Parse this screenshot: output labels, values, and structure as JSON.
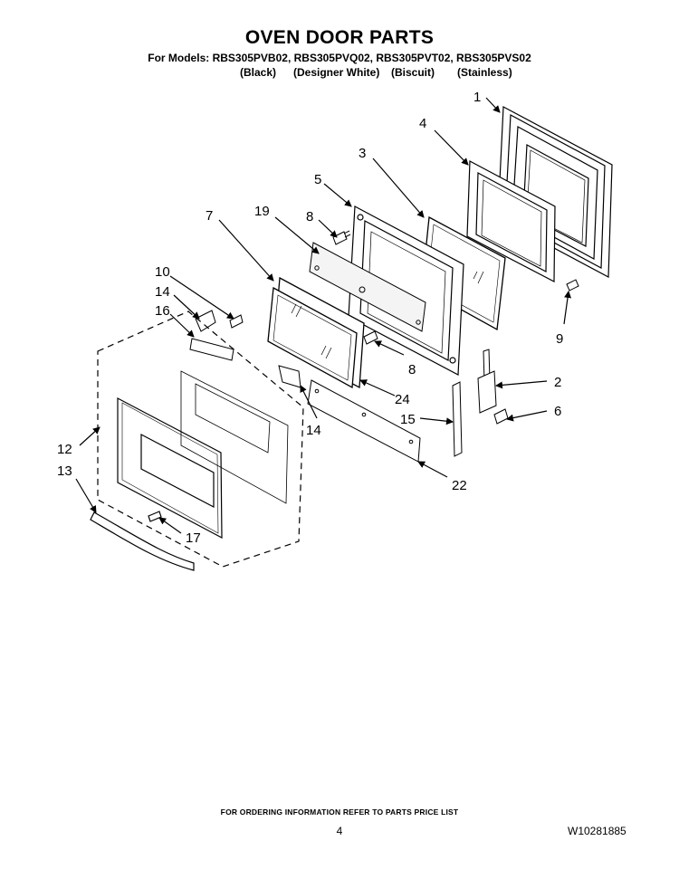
{
  "header": {
    "title": "OVEN DOOR PARTS",
    "models": "For Models: RBS305PVB02, RBS305PVQ02, RBS305PVT02, RBS305PVS02",
    "finishes": [
      "(Black)",
      "(Designer White)",
      "(Biscuit)",
      "(Stainless)"
    ]
  },
  "callouts": [
    "1",
    "4",
    "3",
    "5",
    "19",
    "7",
    "8",
    "10",
    "14",
    "16",
    "8",
    "24",
    "9",
    "2",
    "6",
    "15",
    "14",
    "12",
    "22",
    "13",
    "17"
  ],
  "footer": {
    "ordering_note": "FOR ORDERING INFORMATION REFER TO PARTS PRICE LIST",
    "page_number": "4",
    "document_number": "W10281885"
  }
}
